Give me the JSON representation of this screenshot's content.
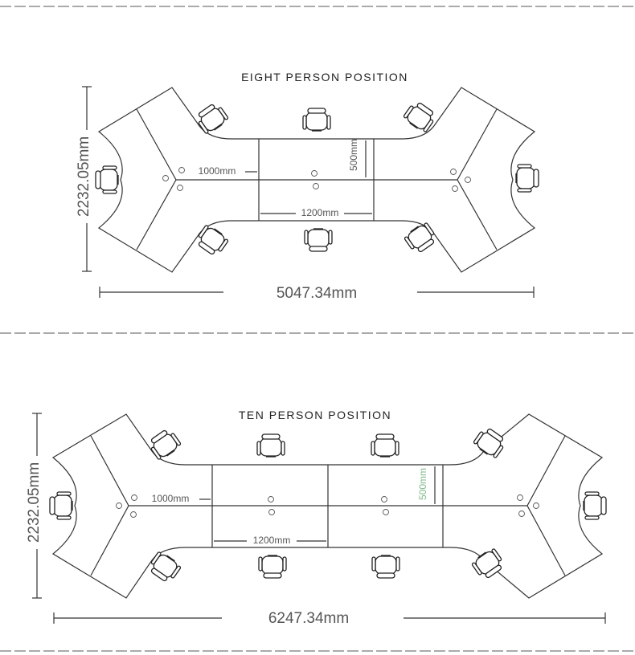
{
  "diagram1": {
    "title": "EIGHT PERSON POSITION",
    "width_label": "5047.34mm",
    "height_label": "2232.05mm",
    "seg_label": "1000mm",
    "desk_len_label": "1200mm",
    "depth_label": "500mm"
  },
  "diagram2": {
    "title": "TEN PERSON POSITION",
    "width_label": "6247.34mm",
    "height_label": "2232.05mm",
    "seg_label": "1000mm",
    "desk_len_label": "1200mm",
    "depth_label": "500mm"
  }
}
